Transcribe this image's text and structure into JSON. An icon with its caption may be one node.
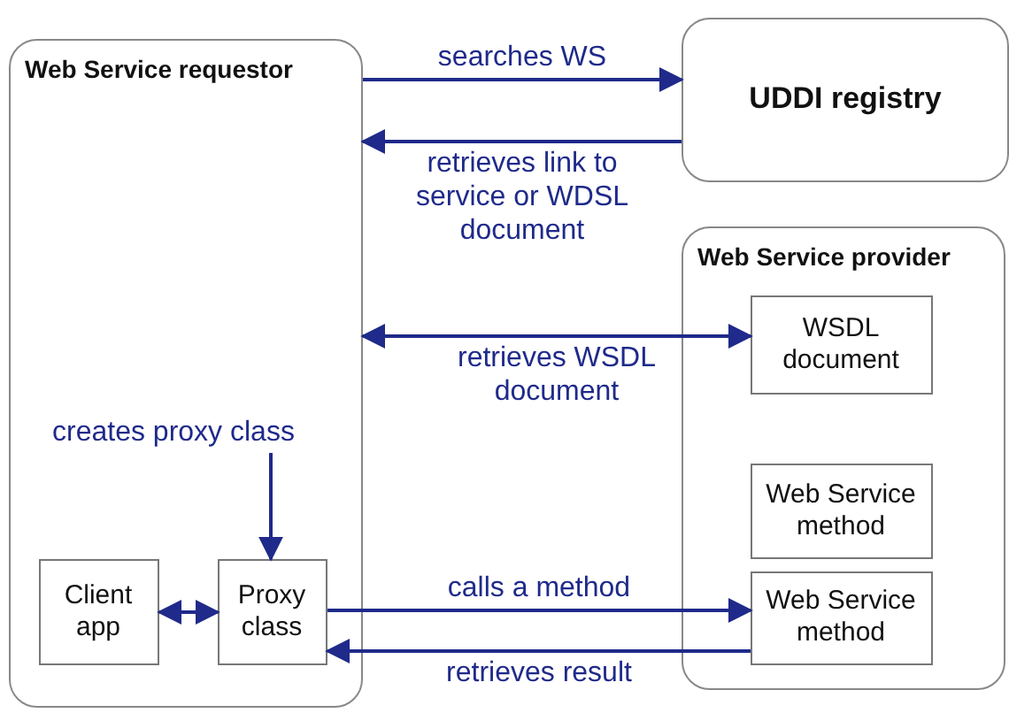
{
  "diagram": {
    "nodes": [
      {
        "text": [
          "Web Service requestor"
        ]
      },
      {
        "text": [
          "UDDI registry"
        ]
      },
      {
        "text": [
          "Web Service provider"
        ]
      },
      {
        "text": [
          "WSDL document"
        ],
        "in": 2
      },
      {
        "text": [
          "Web Service method"
        ],
        "in": 2
      },
      {
        "text": [
          "Web Service method"
        ],
        "in": 2
      },
      {
        "text": [
          "creates proxy class"
        ],
        "in": 0
      },
      {
        "text": [
          "Client app"
        ],
        "in": 0
      },
      {
        "text": [
          "Proxy class"
        ],
        "in": 0
      }
    ],
    "edges": [
      {
        "from": 0,
        "to": 1,
        "arrow": "to",
        "label": "searches WS"
      },
      {
        "from": 1,
        "to": 0,
        "arrow": "to",
        "label": "retrieves link to service or WDSL document"
      },
      {
        "from": 0,
        "to": 3,
        "arrow": "both",
        "label": "retrieves WSDL document"
      },
      {
        "from": 6,
        "to": 8,
        "arrow": "to"
      },
      {
        "from": 7,
        "to": 8,
        "arrow": "both"
      },
      {
        "from": 8,
        "to": 5,
        "arrow": "to",
        "label": "calls a method"
      },
      {
        "from": 5,
        "to": 8,
        "arrow": "to",
        "label": "retrieves result"
      }
    ]
  }
}
